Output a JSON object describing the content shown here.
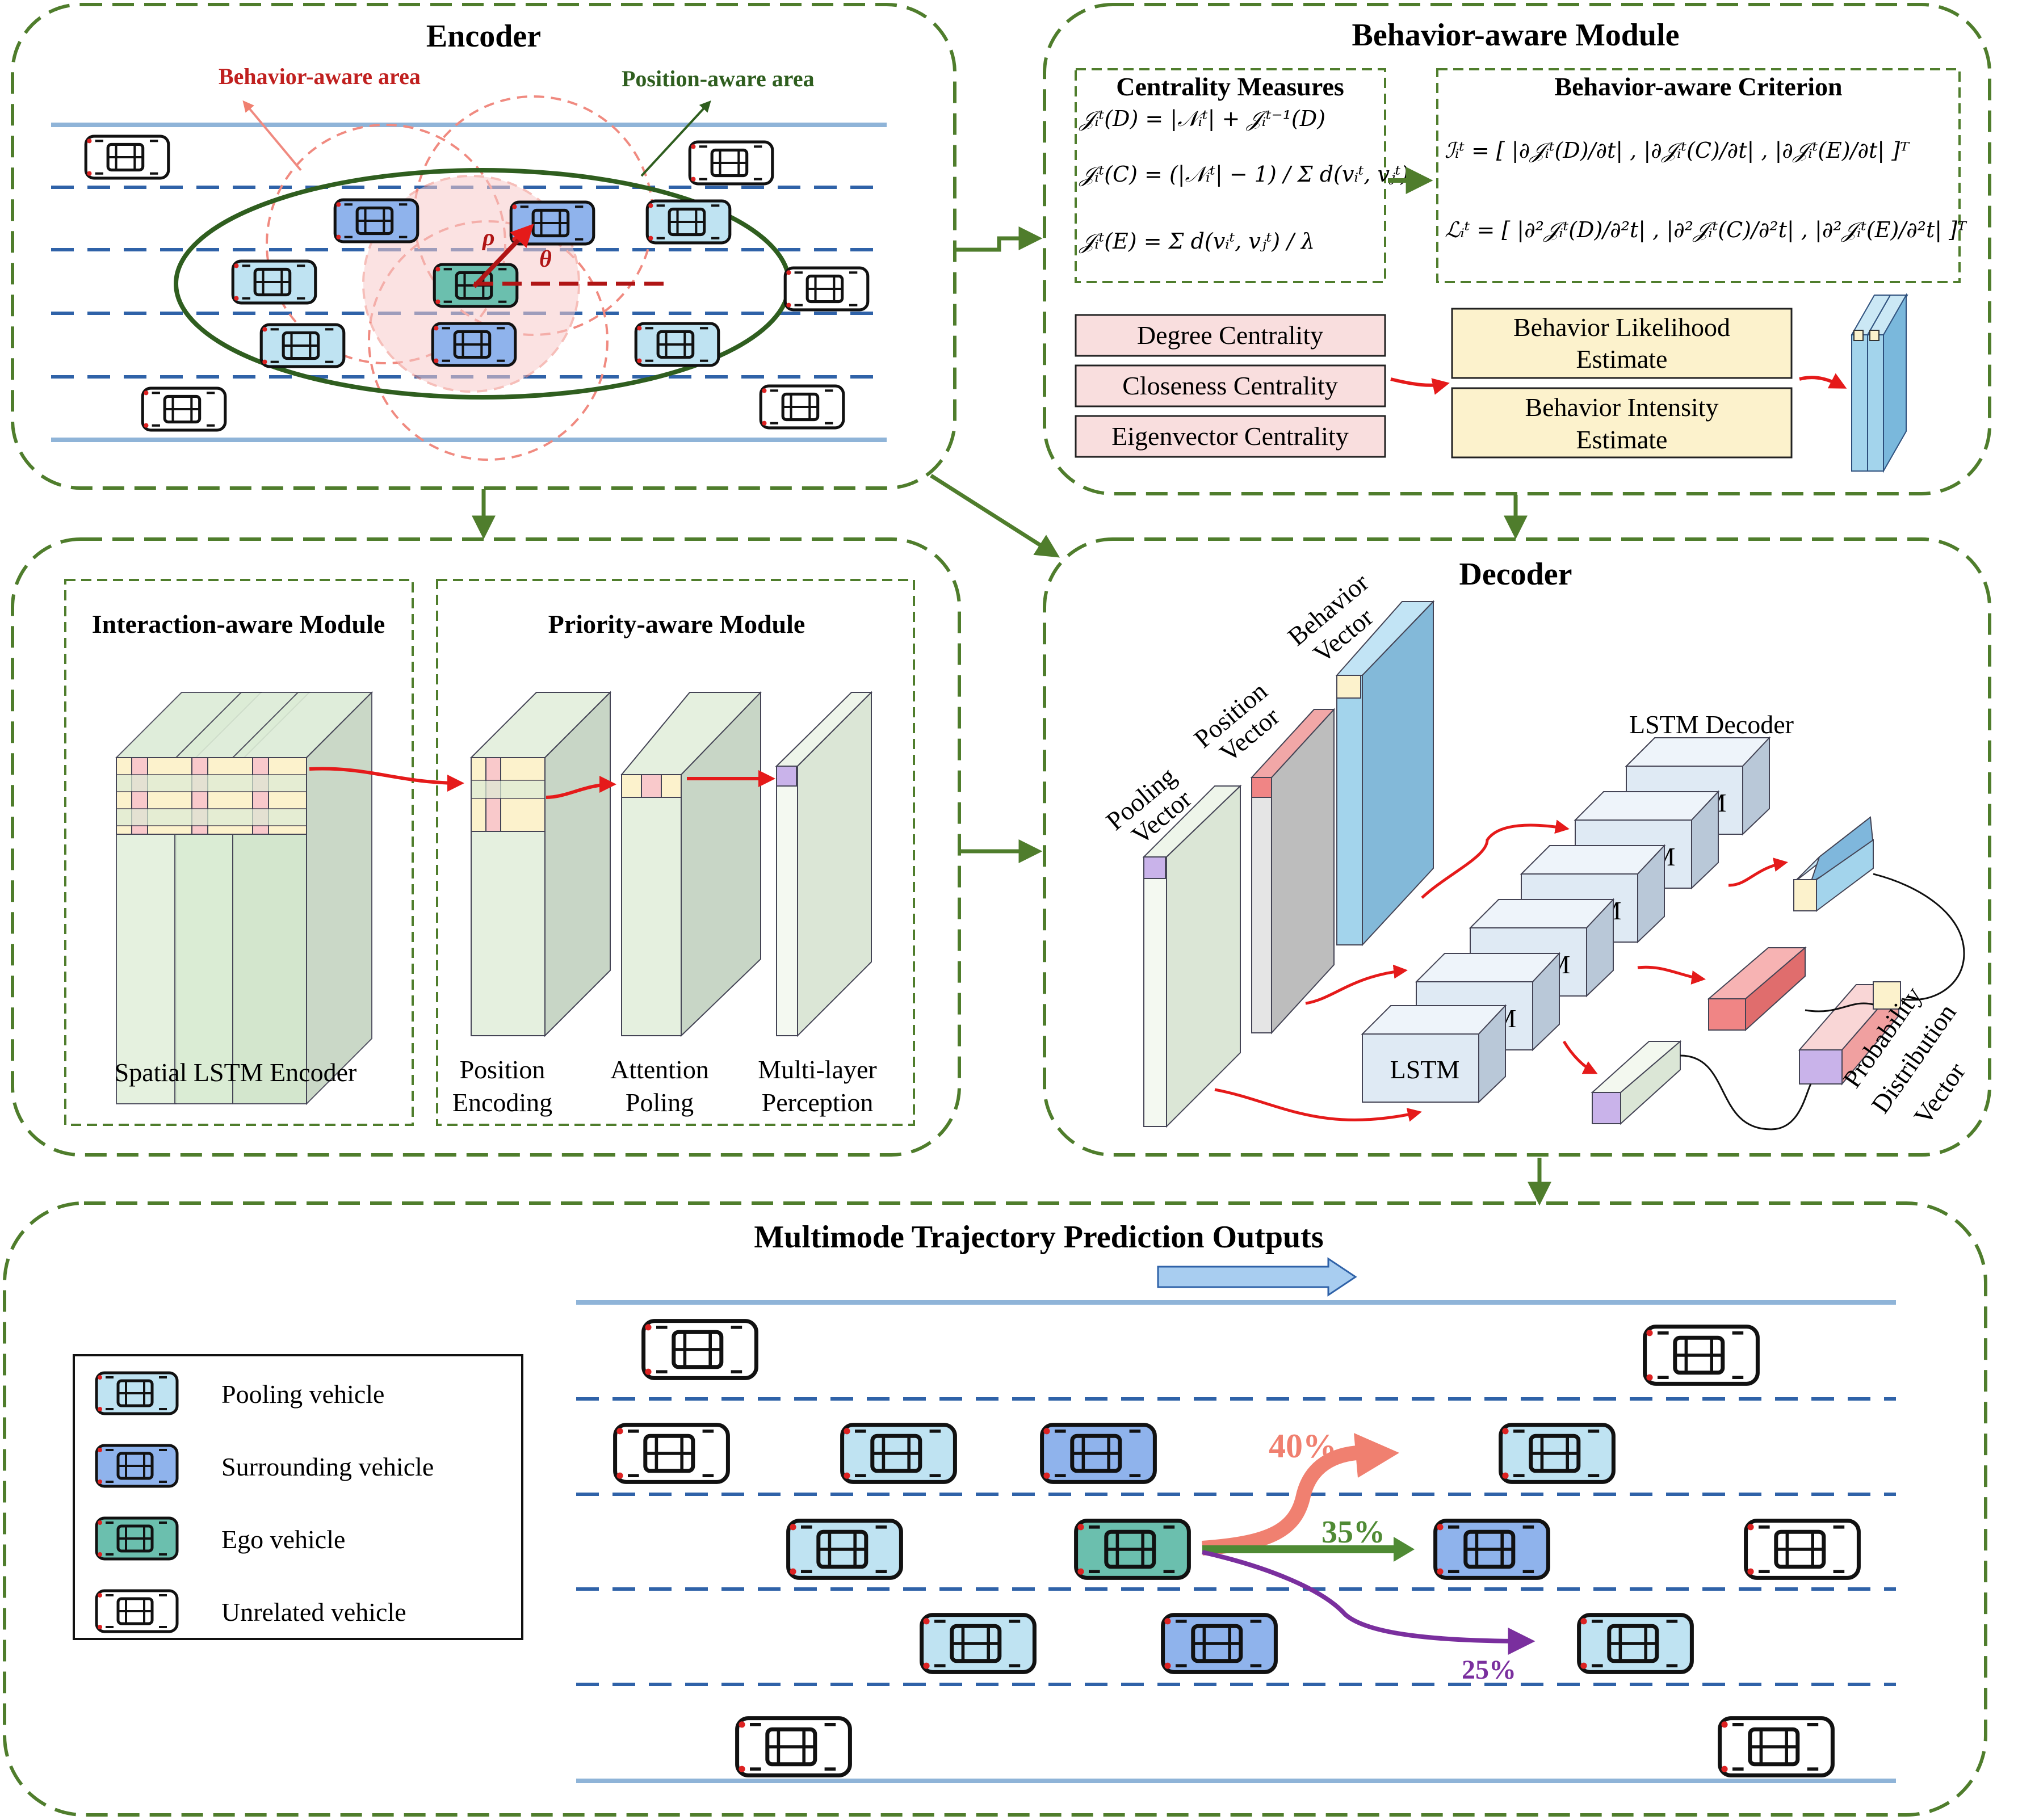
{
  "encoder": {
    "title": "Encoder",
    "behavior_area_label": "Behavior-aware area",
    "position_area_label": "Position-aware area",
    "rho": "ρ",
    "theta": "θ"
  },
  "behavior_module": {
    "title": "Behavior-aware Module",
    "centrality_title": "Centrality Measures",
    "centrality_formulas": [
      "𝒥ᵢᵗ(D) = |𝒩ᵢᵗ| + 𝒥ᵢᵗ⁻¹(D)",
      "𝒥ᵢᵗ(C) = (|𝒩ᵢᵗ| − 1) / Σ d(vᵢᵗ, vⱼᵗ)",
      "𝒥ᵢᵗ(E) = Σ d(vᵢᵗ, vⱼᵗ) / λ"
    ],
    "criterion_title": "Behavior-aware Criterion",
    "criterion_formulas": [
      "ℐᵢᵗ = [ |∂𝒥ᵢᵗ(D)/∂t| , |∂𝒥ᵢᵗ(C)/∂t| , |∂𝒥ᵢᵗ(E)/∂t| ]ᵀ",
      "ℒᵢᵗ = [ |∂²𝒥ᵢᵗ(D)/∂²t| , |∂²𝒥ᵢᵗ(C)/∂²t| , |∂²𝒥ᵢᵗ(E)/∂²t| ]ᵀ"
    ],
    "centralities": [
      "Degree Centrality",
      "Closeness Centrality",
      "Eigenvector Centrality"
    ],
    "estimates": [
      [
        "Behavior Likelihood",
        "Estimate"
      ],
      [
        "Behavior Intensity",
        "Estimate"
      ]
    ]
  },
  "interaction": {
    "interaction_title": "Interaction-aware Module",
    "priority_title": "Priority-aware Module",
    "spatial_label": "Spatial LSTM Encoder",
    "position_encoding": [
      "Position",
      "Encoding"
    ],
    "attention_poling": [
      "Attention",
      "Poling"
    ],
    "mlp": [
      "Multi-layer",
      "Perception"
    ]
  },
  "decoder": {
    "title": "Decoder",
    "pooling_vector": [
      "Pooling",
      "Vector"
    ],
    "position_vector": [
      "Position",
      "Vector"
    ],
    "behavior_vector": [
      "Behavior",
      "Vector"
    ],
    "lstm_decoder_label": "LSTM Decoder",
    "lstm_label": "LSTM",
    "prob_vector": [
      "Probability",
      "Distribution",
      "Vector"
    ]
  },
  "outputs": {
    "title": "Multimode Trajectory Prediction Outputs",
    "legend": [
      {
        "label": "Pooling vehicle",
        "color": "#bfe3f2"
      },
      {
        "label": "Surrounding vehicle",
        "color": "#8fb3ec"
      },
      {
        "label": "Ego vehicle",
        "color": "#6bbfae"
      },
      {
        "label": "Unrelated vehicle",
        "color": "#ffffff"
      }
    ],
    "probabilities": [
      {
        "label": "40%",
        "color": "#f08070"
      },
      {
        "label": "35%",
        "color": "#4f8a34"
      },
      {
        "label": "25%",
        "color": "#7a2f9e"
      }
    ]
  },
  "colors": {
    "frame_green": "#4f7d2c",
    "lane_blue": "#2f62a8",
    "road_edge": "#8fb4d8",
    "arrow_red": "#e51a1a",
    "dark_red": "#b01515",
    "pink_box": "#f9dede",
    "cream_box": "#fcf2cc",
    "light_blue_block": "#a3d4ec"
  }
}
